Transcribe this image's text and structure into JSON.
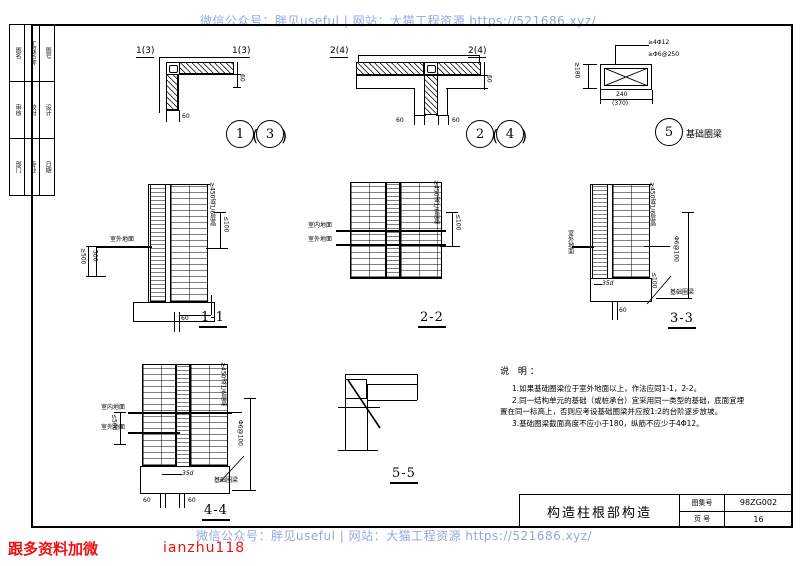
{
  "sheet": {
    "title": "构造柱根部构造",
    "atlas_key_label": "图集号",
    "atlas_key_value": "98ZG002",
    "page_key_label": "页 号",
    "page_value": "16"
  },
  "stamp": {
    "cols": [
      [
        "图名",
        "审核",
        "部门"
      ],
      [
        "工程名称",
        "校对",
        "专业"
      ],
      [
        "图号",
        "设计",
        "日期"
      ]
    ]
  },
  "watermarks": {
    "top": "微信公众号：胖见useful | 网站：大猫工程资源 https://521686.xyz/",
    "bottom": "微信公众号：胖见useful | 网站：大猫工程资源 https://521686.xyz/",
    "red_left": "跟多资料加微",
    "red_mid": "ianzhu118"
  },
  "details": {
    "d1": {
      "tag_left": "1(3)",
      "tag_right": "1(3)",
      "dim_v": "60",
      "dim_h": "60",
      "circle_a": "1",
      "circle_b": "3"
    },
    "d2": {
      "tag_left": "2(4)",
      "tag_right": "2(4)",
      "dim_v": "60",
      "dim_left": "60",
      "dim_right": "60",
      "circle_a": "2",
      "circle_b": "4"
    },
    "d5": {
      "rebar_main": "≥4Φ12",
      "rebar_stirrup": "≥Φ6@250",
      "height": "≥180",
      "width": "240",
      "width_alt": "(370)",
      "circle": "5",
      "name": "基础圈梁"
    }
  },
  "sections": {
    "s11": {
      "label": "1-1",
      "ground_outdoor": "室外地面",
      "dim_left_a": "≥500",
      "dim_left_b": "500",
      "dim_col": "≥450或1/6层高",
      "dim_small": "≤100",
      "dim_bottom": "60"
    },
    "s22": {
      "label": "2-2",
      "ground_indoor": "室内地面",
      "ground_outdoor": "室外地面",
      "dim_col": "≥450或1/6层高",
      "dim_small": "≤100"
    },
    "s33": {
      "label": "3-3",
      "ground_outdoor": "室外地面",
      "dim_col": "≥450或1/6层高",
      "stirrup": "Φ6@100",
      "dim_small": "≤100",
      "anchor": "35d",
      "beam_name": "基础圈梁",
      "dim_bottom": "60"
    },
    "s44": {
      "label": "4-4",
      "ground_indoor": "室内地面",
      "ground_outdoor": "室外地面",
      "dim_left": "≤500",
      "dim_col": "≥450或1/6层高",
      "stirrup": "Φ6@100",
      "anchor": "35d",
      "beam_name": "基础圈梁",
      "dim_bottom_l": "60",
      "dim_bottom_r": "60"
    },
    "s55": {
      "label": "5-5"
    }
  },
  "notes": {
    "title": "说 明：",
    "items": [
      "1.如果基础圈梁位于室外地面以上，作法应同1-1，2-2。",
      "2.同一结构单元的基础（或桩承台）宜采用同一类型的基础，底面宜埋置在同一标高上，否则应考设基础圈梁并应按1:2的台阶逐步放坡。",
      "3.基础圈梁截面高度不应小于180，纵筋不应少于4Φ12。"
    ]
  }
}
